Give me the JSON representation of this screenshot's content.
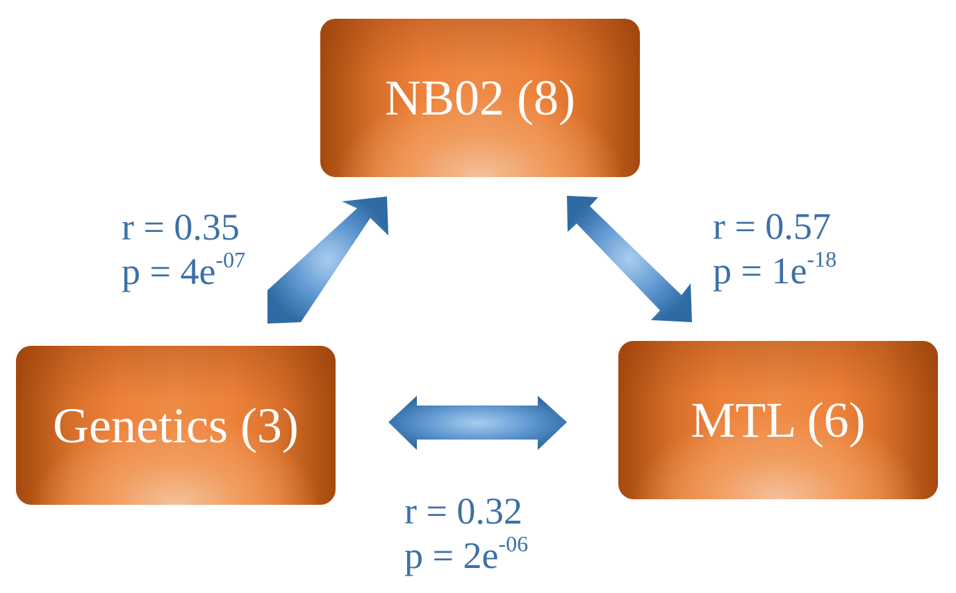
{
  "nodes": {
    "nb02": {
      "label": "NB02 (8)"
    },
    "genetics": {
      "label": "Genetics (3)"
    },
    "mtl": {
      "label": "MTL (6)"
    }
  },
  "edges": {
    "nb02_genetics": {
      "r": "r = 0.35",
      "p_base": "p = 4e",
      "p_exp": "-07"
    },
    "nb02_mtl": {
      "r": "r = 0.57",
      "p_base": "p = 1e",
      "p_exp": "-18"
    },
    "genetics_mtl": {
      "r": "r = 0.32",
      "p_base": "p = 2e",
      "p_exp": "-06"
    }
  },
  "colors": {
    "box_orange": "#ee823a",
    "box_dark": "#a4490e",
    "arrow_blue": "#3d70a6",
    "arrow_light": "#a9cdf0",
    "text_blue": "#3d70a6"
  }
}
